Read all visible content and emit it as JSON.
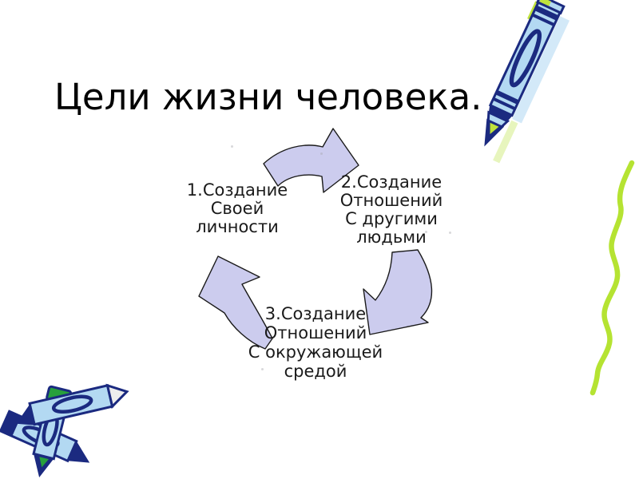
{
  "slide": {
    "title": "Цели жизни человека.",
    "background_color": "#ffffff",
    "title_color": "#000000"
  },
  "diagram": {
    "type": "cycle",
    "arrow_fill": "#ccccee",
    "arrow_outline": "#1a1a1a",
    "text_color": "#1a1a1a",
    "nodes": [
      {
        "id": "node1",
        "lines": [
          "1.Создание",
          "Своей",
          "личности"
        ]
      },
      {
        "id": "node2",
        "lines": [
          "2.Создание",
          "Отношений",
          "С другими",
          "людьми"
        ]
      },
      {
        "id": "node3",
        "lines": [
          "3.Создание",
          "Отношений",
          "С окружающей",
          "средой"
        ]
      }
    ],
    "arrows": [
      {
        "from": "node1",
        "to": "node2",
        "direction": "up-right"
      },
      {
        "from": "node2",
        "to": "node3",
        "direction": "down-left"
      },
      {
        "from": "node3",
        "to": "node1",
        "direction": "up-left"
      }
    ]
  },
  "decorations": {
    "crayon_top_right": {
      "name": "blue-crayon",
      "body_color": "#b3d9f2",
      "outline_color": "#1b2a80",
      "accent_color": "#bfe23c",
      "shadow_color": "#d3e9f8"
    },
    "squiggle": {
      "color": "#b5e332"
    },
    "crayons_bottom_left": {
      "name": "crossed-crayons",
      "body_color": "#b3d9f2",
      "outline_color": "#1b2a80",
      "cap_green": "#28a13c",
      "tip_white": "#ededed"
    }
  }
}
